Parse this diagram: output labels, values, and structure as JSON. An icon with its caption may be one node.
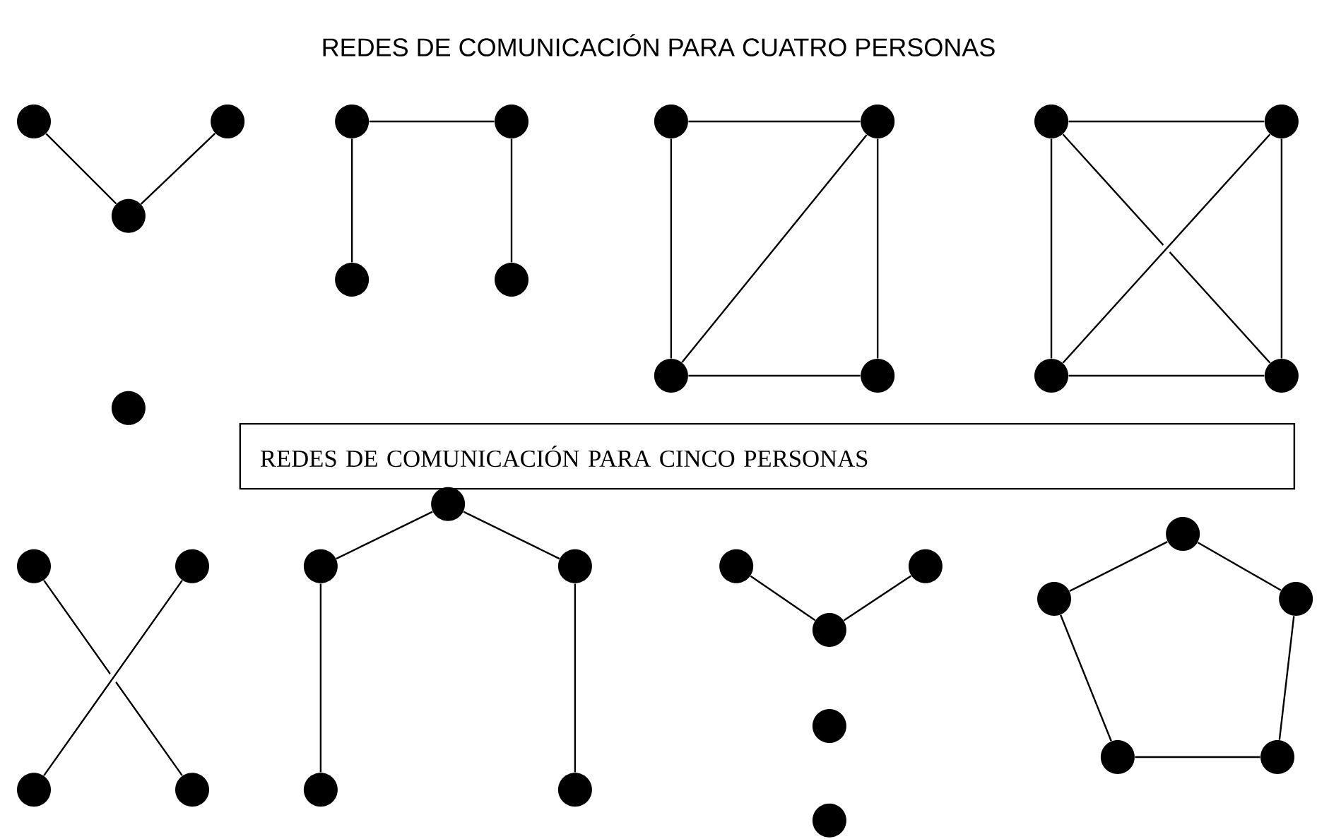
{
  "diagram": {
    "title": "REDES DE COMUNICACIÓN PARA CUATRO PERSONAS",
    "nodes": [
      {
        "text": [],
        "shape": "circle"
      },
      {
        "text": [],
        "shape": "circle"
      },
      {
        "text": [],
        "shape": "circle"
      },
      {
        "text": [],
        "shape": "circle"
      },
      {
        "text": [],
        "shape": "circle"
      },
      {
        "text": [],
        "shape": "circle"
      },
      {
        "text": [],
        "shape": "circle"
      },
      {
        "text": [],
        "shape": "circle"
      },
      {
        "text": [],
        "shape": "circle"
      },
      {
        "text": [],
        "shape": "circle"
      },
      {
        "text": [],
        "shape": "circle"
      },
      {
        "text": [],
        "shape": "circle"
      },
      {
        "text": [],
        "shape": "circle"
      },
      {
        "text": [],
        "shape": "circle"
      },
      {
        "text": [],
        "shape": "circle"
      },
      {
        "text": [],
        "shape": "circle"
      },
      {
        "text": [
          "REDES DE COMUNICACIÓN PARA CINCO PERSONAS"
        ]
      },
      {
        "text": [],
        "shape": "circle"
      },
      {
        "text": [],
        "shape": "circle"
      },
      {
        "text": [],
        "shape": "circle"
      },
      {
        "text": [],
        "shape": "circle"
      },
      {
        "text": [],
        "shape": "circle"
      },
      {
        "text": [],
        "shape": "circle"
      },
      {
        "text": [],
        "shape": "circle"
      },
      {
        "text": [],
        "shape": "circle"
      },
      {
        "text": [],
        "shape": "circle"
      },
      {
        "text": [],
        "shape": "circle"
      },
      {
        "text": [],
        "shape": "circle"
      },
      {
        "text": [],
        "shape": "circle"
      },
      {
        "text": [],
        "shape": "circle"
      },
      {
        "text": [],
        "shape": "circle"
      },
      {
        "text": [],
        "shape": "circle"
      },
      {
        "text": [],
        "shape": "circle"
      },
      {
        "text": [],
        "shape": "circle"
      },
      {
        "text": [],
        "shape": "circle"
      },
      {
        "text": [],
        "shape": "circle"
      }
    ],
    "edges": [
      {
        "from": 0,
        "to": 2,
        "arrow": "none"
      },
      {
        "from": 1,
        "to": 2,
        "arrow": "none"
      },
      {
        "from": 6,
        "to": 4,
        "arrow": "none"
      },
      {
        "from": 4,
        "to": 5,
        "arrow": "none"
      },
      {
        "from": 5,
        "to": 7,
        "arrow": "none"
      },
      {
        "from": 8,
        "to": 9,
        "arrow": "none"
      },
      {
        "from": 9,
        "to": 11,
        "arrow": "none"
      },
      {
        "from": 10,
        "to": 11,
        "arrow": "none"
      },
      {
        "from": 8,
        "to": 10,
        "arrow": "none"
      },
      {
        "from": 10,
        "to": 9,
        "arrow": "none"
      },
      {
        "from": 12,
        "to": 13,
        "arrow": "none"
      },
      {
        "from": 13,
        "to": 15,
        "arrow": "none"
      },
      {
        "from": 14,
        "to": 15,
        "arrow": "none"
      },
      {
        "from": 12,
        "to": 14,
        "arrow": "none"
      },
      {
        "from": 12,
        "to": 15,
        "arrow": "none"
      },
      {
        "from": 14,
        "to": 13,
        "arrow": "none"
      },
      {
        "from": 17,
        "to": 20,
        "arrow": "none"
      },
      {
        "from": 18,
        "to": 19,
        "arrow": "none"
      },
      {
        "from": 21,
        "to": 22,
        "arrow": "none"
      },
      {
        "from": 21,
        "to": 23,
        "arrow": "none"
      },
      {
        "from": 22,
        "to": 24,
        "arrow": "none"
      },
      {
        "from": 23,
        "to": 25,
        "arrow": "none"
      },
      {
        "from": 26,
        "to": 28,
        "arrow": "none"
      },
      {
        "from": 27,
        "to": 28,
        "arrow": "none"
      },
      {
        "from": 31,
        "to": 32,
        "arrow": "none"
      },
      {
        "from": 31,
        "to": 33,
        "arrow": "none"
      },
      {
        "from": 32,
        "to": 34,
        "arrow": "none"
      },
      {
        "from": 33,
        "to": 35,
        "arrow": "none"
      },
      {
        "from": 34,
        "to": 35,
        "arrow": "none"
      }
    ]
  }
}
